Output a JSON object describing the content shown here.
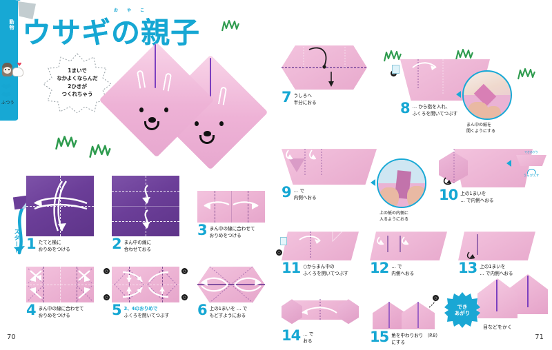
{
  "book": {
    "category_tab": "動物",
    "difficulty_label": "ふつう",
    "title": "ウサギの親子",
    "title_furigana": "おやこ",
    "page_left": "70",
    "page_right": "71"
  },
  "callout": {
    "line1": "1まいで",
    "line2": "なかよくならんだ",
    "line3": "2ひきが",
    "line4": "つくれちゃう"
  },
  "start": {
    "label": "スタート"
  },
  "steps": [
    {
      "n": "1",
      "lines": [
        "たてと横に",
        "おりめをつける"
      ],
      "ruby": "よこ",
      "paper": "purple"
    },
    {
      "n": "2",
      "lines": [
        "まん中の線に",
        "合わせておる"
      ],
      "ruby": "なか  せん",
      "paper": "purple"
    },
    {
      "n": "3",
      "lines": [
        "まん中の線に合わせて",
        "おりめをつける"
      ],
      "ruby": "なか せん あ",
      "paper": "pink"
    },
    {
      "n": "4",
      "lines": [
        "まん中の線に合わせて",
        "おりめをつける"
      ],
      "ruby": "なか せん あ",
      "paper": "pink"
    },
    {
      "n": "5",
      "lines": [
        "3、4のおりめで",
        "ふくろを開いてつぶす"
      ],
      "ruby": "ひら",
      "paper": "pink"
    },
    {
      "n": "6",
      "lines": [
        "上の1まいを … で",
        "もどすようにおる"
      ],
      "ruby": "うえ",
      "paper": "pink"
    },
    {
      "n": "7",
      "lines": [
        "うしろへ",
        "半分におる"
      ],
      "ruby": "はんぶん",
      "paper": "pink"
    },
    {
      "n": "8",
      "lines": [
        "… から指を入れ、",
        "ふくろを開いてつぶす"
      ],
      "ruby": "ゆび い／ひら",
      "paper": "pink"
    },
    {
      "n": "9",
      "lines": [
        "… で",
        "内側へおる"
      ],
      "ruby": "うちがわ",
      "paper": "pink"
    },
    {
      "n": "10",
      "lines": [
        "上の1まいを",
        "… で内側へおる"
      ],
      "ruby": "うえ／うちがわ",
      "paper": "pink"
    },
    {
      "n": "11",
      "lines": [
        "○からまん中の",
        "ふくろを開いてつぶす"
      ],
      "ruby": "なか／ひら",
      "paper": "pink"
    },
    {
      "n": "12",
      "lines": [
        "… で",
        "内側へおる"
      ],
      "ruby": "うちがわ",
      "paper": "pink"
    },
    {
      "n": "13",
      "lines": [
        "上の1まいを",
        "… で内側へおる"
      ],
      "ruby": "うえ／うちがわ",
      "paper": "pink"
    },
    {
      "n": "14",
      "lines": [
        "… で",
        "おる"
      ],
      "ruby": "",
      "paper": "pink"
    },
    {
      "n": "15",
      "lines": [
        "角を中わりおり （P.8）",
        "にする"
      ],
      "ruby": "かど なか",
      "paper": "pink"
    }
  ],
  "photo_notes": [
    {
      "lines": [
        "まん中の紙を",
        "開くようにする"
      ],
      "ruby": "なか かみ／ひら"
    },
    {
      "lines": [
        "上の紙の内側に",
        "入るようにおる"
      ],
      "ruby": "うえ かみ うちがわ／はい"
    }
  ],
  "side_note_10": {
    "label": "うらがえす",
    "tiny": "できあがり"
  },
  "finish": {
    "badge_line1": "でき",
    "badge_line2": "あがり",
    "caption": "目などをかく",
    "caption_ruby": "め"
  },
  "colors": {
    "accent": "#16a7d3",
    "paper_purple": "#6b3e98",
    "paper_pink": "#edb4d4",
    "stem_purple": "#7b3fbf",
    "grass_green": "#2e9b4e"
  }
}
